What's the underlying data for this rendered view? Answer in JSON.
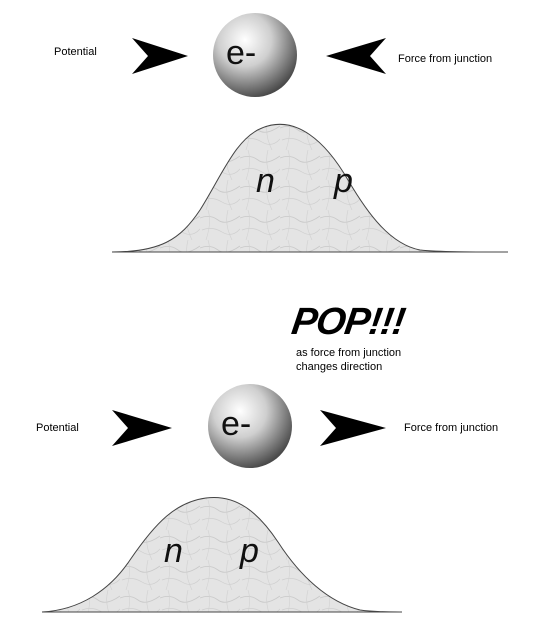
{
  "top_scene": {
    "left_label": "Potential",
    "right_label": "Force from junction",
    "ball_label": "e-",
    "carrier_n": "n",
    "carrier_p": "p"
  },
  "pop_note": {
    "title": "POP!!!",
    "line1": "as force from junction",
    "line2": "changes direction"
  },
  "bottom_scene": {
    "left_label": "Potential",
    "right_label": "Force from junction",
    "ball_label": "e-",
    "carrier_n": "n",
    "carrier_p": "p"
  },
  "colors": {
    "arrow": "#000000",
    "hill_fill": "#e6e6e6",
    "hill_stroke": "#444444"
  }
}
